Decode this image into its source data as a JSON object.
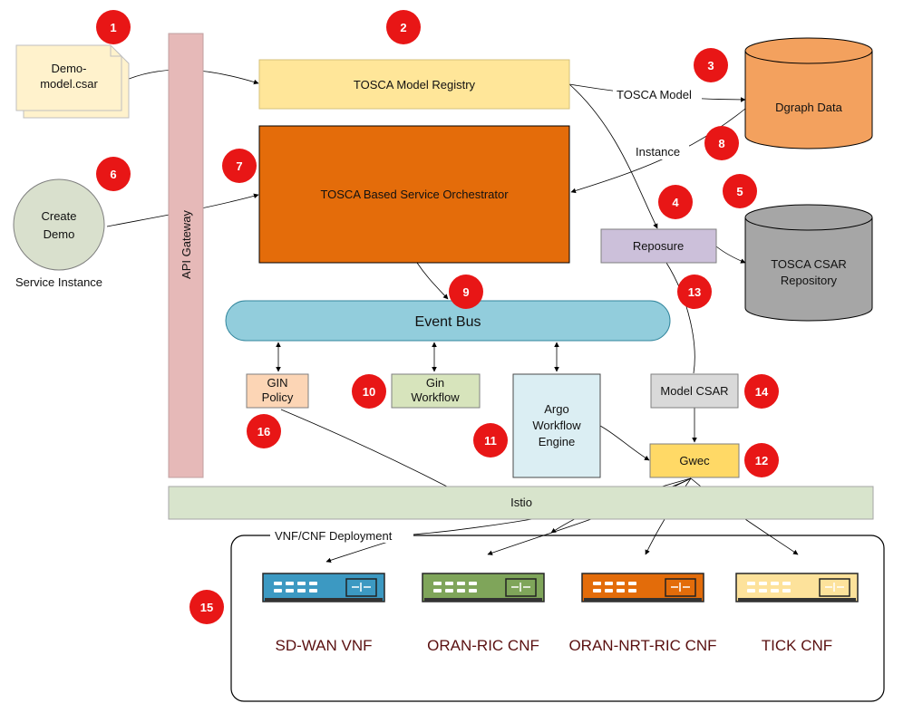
{
  "components": {
    "demo_csar": "Demo-\nmodel.csar",
    "create_demo": "Create\nDemo",
    "service_instance": "Service Instance",
    "api_gateway": "API Gateway",
    "tosca_registry": "TOSCA Model Registry",
    "orchestrator": "TOSCA Based Service Orchestrator",
    "dgraph": "Dgraph Data",
    "reposure": "Reposure",
    "csar_repo": "TOSCA CSAR\nRepository",
    "event_bus": "Event Bus",
    "gin_policy": "GIN\nPolicy",
    "gin_workflow": "Gin\nWorkflow",
    "argo": "Argo\nWorkflow\nEngine",
    "model_csar": "Model CSAR",
    "gwec": "Gwec",
    "istio": "Istio"
  },
  "edge_labels": {
    "tosca_model": "TOSCA Model",
    "instance": "Instance",
    "deployment": "VNF/CNF Deployment"
  },
  "network_functions": [
    {
      "label": "SD-WAN VNF",
      "color": "#3c99c2"
    },
    {
      "label": "ORAN-RIC CNF",
      "color": "#7fa55a"
    },
    {
      "label": "ORAN-NRT-RIC CNF",
      "color": "#e36c0a"
    },
    {
      "label": "TICK CNF",
      "color": "#fde29b"
    }
  ],
  "badges": [
    "1",
    "2",
    "3",
    "4",
    "5",
    "6",
    "7",
    "8",
    "9",
    "10",
    "11",
    "12",
    "13",
    "14",
    "15",
    "16"
  ],
  "colors": {
    "badge": "#e81616",
    "api_gateway": "#e6b9b8",
    "registry": "#ffe699",
    "orchestrator": "#e46c0a",
    "dgraph": "#f3a15e",
    "reposure": "#ccc0da",
    "csar_repo": "#a6a6a6",
    "event_bus": "#92cddc",
    "gin_policy": "#fcd5b5",
    "gin_workflow": "#d7e4bc",
    "argo": "#dbeef3",
    "model_csar": "#d9d9d9",
    "gwec": "#ffd966",
    "istio": "#d8e4cc",
    "create_demo": "#d9e0cd"
  }
}
